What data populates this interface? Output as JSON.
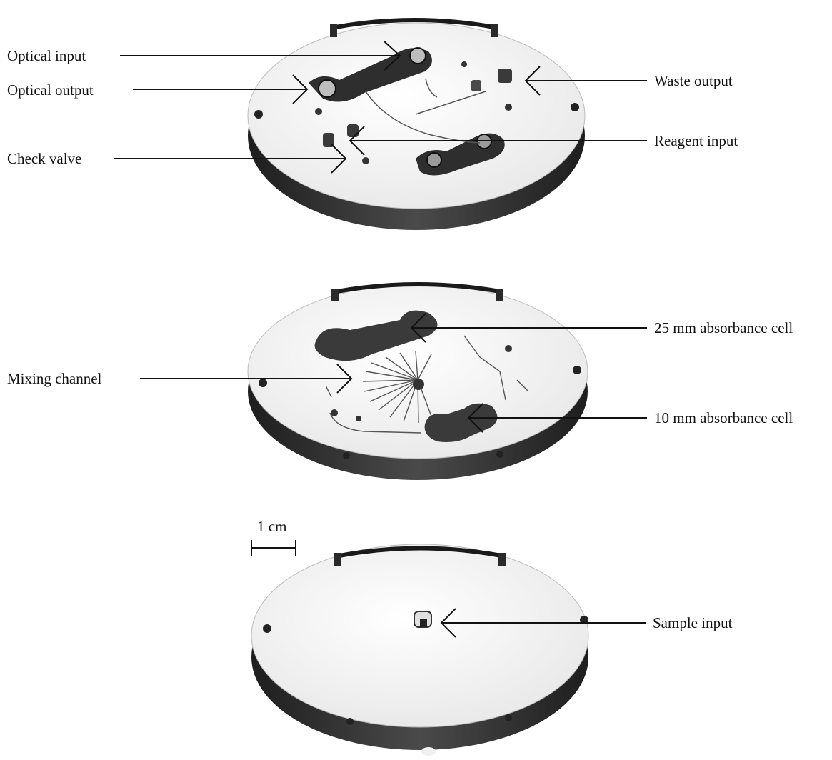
{
  "labels": {
    "optical_input": "Optical input",
    "optical_output": "Optical output",
    "waste_output": "Waste output",
    "check_valve": "Check valve",
    "reagent_input": "Reagent input",
    "absorbance_cell_25": "25 mm absorbance cell",
    "mixing_channel": "Mixing channel",
    "absorbance_cell_10": "10 mm absorbance cell",
    "scale_bar": "1 cm",
    "sample_input": "Sample input"
  },
  "colors": {
    "background": "#ffffff",
    "disc_face": "#f4f4f4",
    "disc_edge": "#2b2b2b",
    "cell_dark": "#3a3a3a",
    "text": "#111111"
  }
}
